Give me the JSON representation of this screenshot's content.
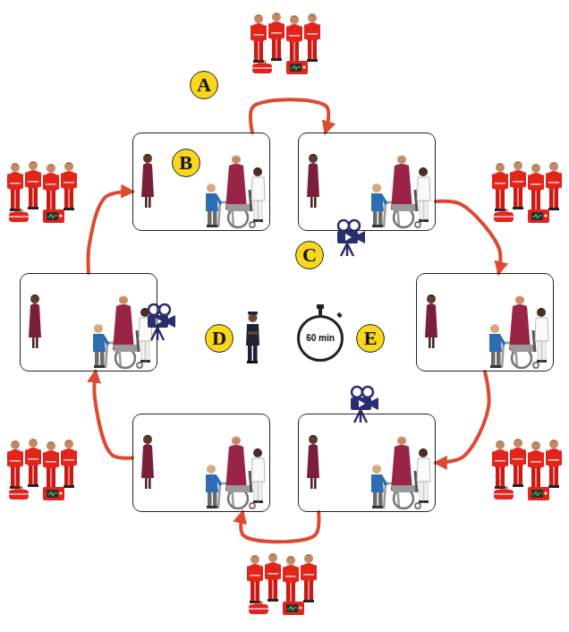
{
  "diagram": {
    "nodes": [
      {
        "text": [
          "A"
        ]
      },
      {
        "text": []
      },
      {
        "text": [
          "B"
        ],
        "in": 1
      },
      {
        "text": []
      },
      {
        "text": [
          "C"
        ]
      },
      {
        "text": []
      },
      {
        "text": [
          "D"
        ]
      },
      {
        "text": [
          "60 min"
        ]
      },
      {
        "text": [
          "E"
        ]
      },
      {
        "text": []
      },
      {
        "text": []
      },
      {
        "text": []
      }
    ],
    "edges": [
      {
        "from": 1,
        "to": 3,
        "arrow": "to"
      },
      {
        "from": 3,
        "to": 9,
        "arrow": "to"
      },
      {
        "from": 9,
        "to": 11,
        "arrow": "to"
      },
      {
        "from": 11,
        "to": 10,
        "arrow": "to"
      },
      {
        "from": 10,
        "to": 5,
        "arrow": "to"
      },
      {
        "from": 5,
        "to": 1,
        "arrow": "to"
      }
    ]
  }
}
